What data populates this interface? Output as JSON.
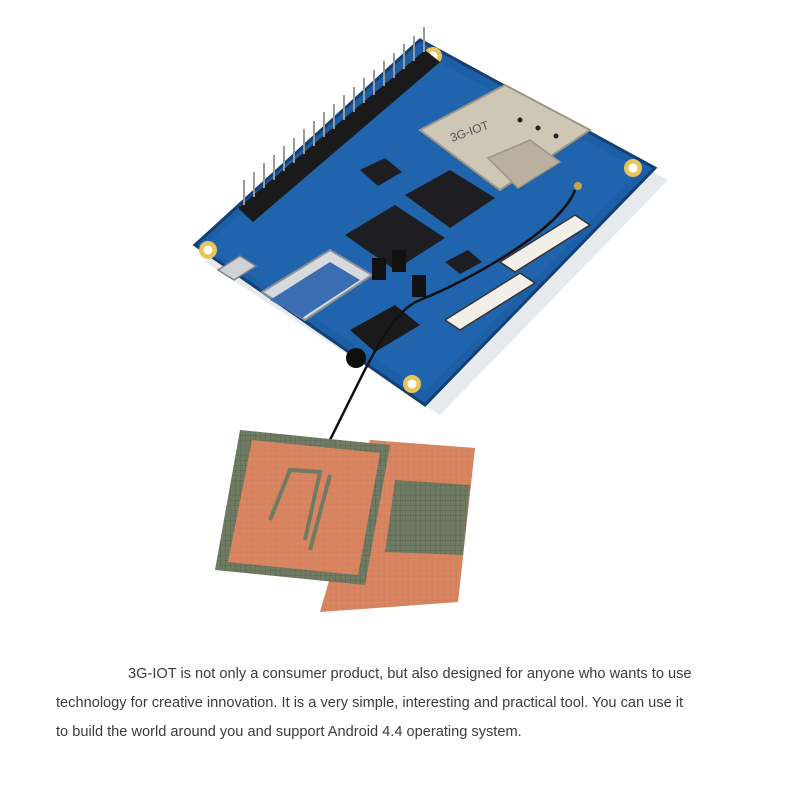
{
  "board": {
    "module_label": "3G-IOT",
    "colors": {
      "pcb": "#1c5fa6",
      "pcb_dark": "#143f75",
      "copper": "#d9835f",
      "shield": "#cfc7b6",
      "chip": "#1d1d22"
    }
  },
  "caption": {
    "line1": "3G-IOT is not only a consumer product, but also designed for anyone who wants to use",
    "line2": "technology for creative innovation. It is a very simple, interesting and practical tool. You can use it",
    "line3": "to build the world around you and support Android 4.4 operating system."
  }
}
